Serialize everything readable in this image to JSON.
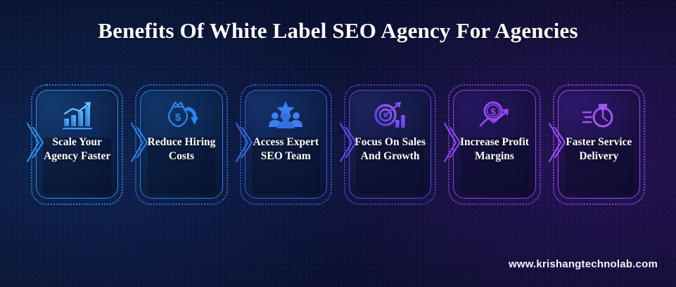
{
  "poster": {
    "title": "Benefits Of White Label SEO Agency For Agencies",
    "website": "www.krishangtechnolab.com",
    "background_color": "#0a1030"
  },
  "cards": [
    {
      "label": "Scale Your Agency Faster",
      "icon": "bar-chart-growth-arrow-icon",
      "edge_color": "#2f8fe8",
      "dot_color": "#2f8fe8",
      "icon_color": "#2f8fe8",
      "fill": "#10305f"
    },
    {
      "label": "Reduce Hiring Costs",
      "icon": "money-bag-down-arrow-icon",
      "edge_color": "#2b7fe0",
      "dot_color": "#2b7fe0",
      "icon_color": "#2a86ef",
      "fill": "#102a57"
    },
    {
      "label": "Access Expert SEO Team",
      "icon": "team-star-icon",
      "edge_color": "#3466dd",
      "dot_color": "#3466dd",
      "icon_color": "#3b7ff0",
      "fill": "#112350"
    },
    {
      "label": "Focus On Sales And Growth",
      "icon": "target-arrow-chart-icon",
      "edge_color": "#5b4ce0",
      "dot_color": "#5b4ce0",
      "icon_color": "#6a52ef",
      "fill": "#161c4e"
    },
    {
      "label": "Increase Profit Margins",
      "icon": "dollar-coin-trend-up-icon",
      "edge_color": "#8d44e8",
      "dot_color": "#8d44e8",
      "icon_color": "#9446f0",
      "fill": "#1d1552"
    },
    {
      "label": "Faster Service Delivery",
      "icon": "stopwatch-speed-icon",
      "edge_color": "#9b4ded",
      "dot_color": "#9b4ded",
      "icon_color": "#a255f2",
      "fill": "#241455"
    }
  ]
}
